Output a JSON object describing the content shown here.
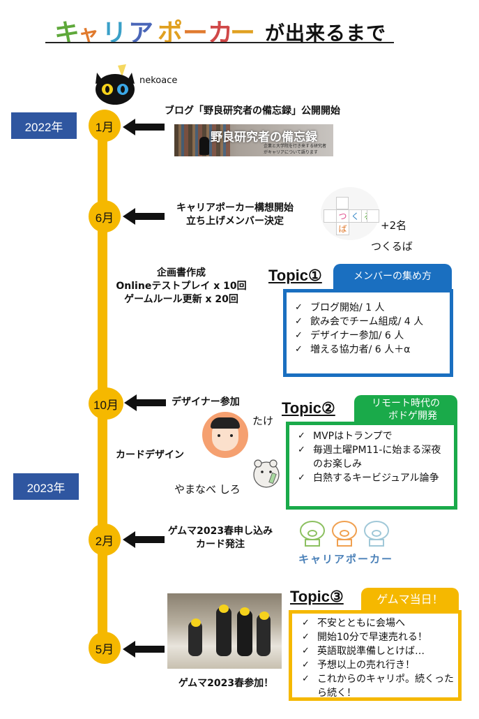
{
  "title": {
    "logo_chars": [
      "キ",
      "ャ",
      "リ",
      "ア",
      "ポ",
      "ー",
      "カ",
      "ー"
    ],
    "logo_colors": [
      "#5ea83a",
      "#e07a2e",
      "#3aa0c8",
      "#4a66b8",
      "#e0a020",
      "#e07a2e",
      "#d04848",
      "#e0a020"
    ],
    "rest": "が出来るまで"
  },
  "author": "nekoace",
  "years": [
    "2022年",
    "2023年"
  ],
  "months": [
    "1月",
    "6月",
    "10月",
    "2月",
    "5月"
  ],
  "events": {
    "jan": "ブログ「野良研究者の備忘録」公開開始",
    "blog_banner_title": "野良研究者の備忘録",
    "blog_banner_sub1": "企業と大学院を行き来する研究者",
    "blog_banner_sub2": "がキャリアについて語ります",
    "jun_line1": "キャリアポーカー構想開始",
    "jun_line2": "立ち上げメンバー決定",
    "tsukuruba_logo": [
      "つ",
      "く",
      "る",
      "ば"
    ],
    "plus_members": "+2名",
    "tsukuruba": "つくるば",
    "plan_line1": "企画書作成",
    "plan_line2": "Onlineテストプレイ x 10回",
    "plan_line3": "ゲームルール更新 x 20回",
    "oct_designer": "デザイナー参加",
    "take": "たけ",
    "card_design": "カードデザイン",
    "yamanabe": "やまなべ しろ",
    "feb_line1": "ゲムマ2023春申し込み",
    "feb_line2": "カード発注",
    "small_logo": "キャリアポーカー",
    "may_caption": "ゲムマ2023春参加！"
  },
  "topics": [
    {
      "title": "Topic①",
      "tab": "メンバーの集め方",
      "items": [
        "ブログ開始/ 1 人",
        "飲み会でチーム組成/ 4 人",
        "デザイナー参加/ 6 人",
        "増える協力者/ 6 人＋α"
      ],
      "color": "#1a6fc0"
    },
    {
      "title": "Topic②",
      "tab_line1": "リモート時代の",
      "tab_line2": "ボドゲ開発",
      "items": [
        "MVPはトランプで",
        "毎週土曜PM11-に始まる深夜のお楽しみ",
        "白熱するキービジュアル論争"
      ],
      "color": "#1aaa4a"
    },
    {
      "title": "Topic③",
      "tab": "ゲムマ当日！",
      "items": [
        "不安とともに会場へ",
        "開始10分で早速売れる！",
        "英語取説準備しとけば…",
        "予想以上の売れ行き！",
        "これからのキャリポ。続くったら続く！"
      ],
      "color": "#f5b800"
    }
  ],
  "check_mark": "✓"
}
